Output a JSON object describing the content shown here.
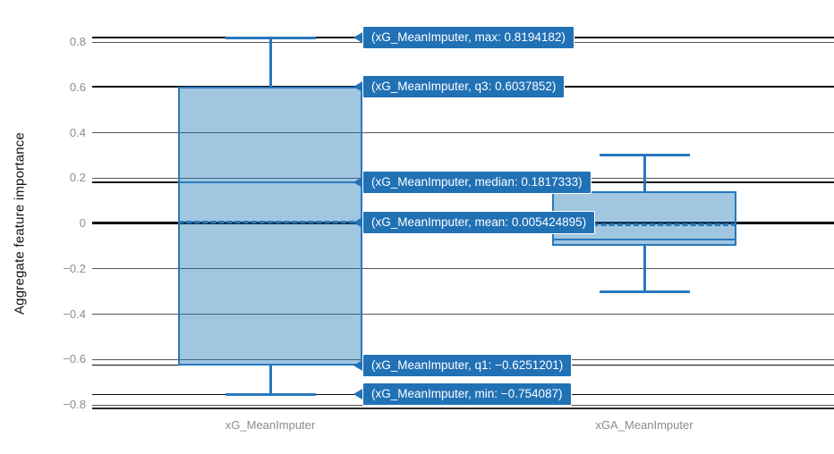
{
  "colors": {
    "box_line": "#2878bd",
    "box_fill": "rgba(31,119,180,0.42)",
    "tooltip_bg": "#2171b5",
    "tooltip_text": "#ffffff",
    "grid": "#555555",
    "zero_line": "#000000",
    "spike": "#0d0d0d",
    "tick_label": "#8c8c90",
    "axis_title": "#111111"
  },
  "yaxis": {
    "title": "Aggregate feature importance",
    "ticks": [
      {
        "label": "0.8",
        "value": 0.8
      },
      {
        "label": "0.6",
        "value": 0.6
      },
      {
        "label": "0.4",
        "value": 0.4
      },
      {
        "label": "0.2",
        "value": 0.2
      },
      {
        "label": "0",
        "value": 0
      },
      {
        "label": "−0.2",
        "value": -0.2
      },
      {
        "label": "−0.4",
        "value": -0.4
      },
      {
        "label": "−0.6",
        "value": -0.6
      },
      {
        "label": "−0.8",
        "value": -0.8
      }
    ]
  },
  "xaxis": {
    "categories": [
      "xG_MeanImputer",
      "xGA_MeanImputer"
    ]
  },
  "chart_data": {
    "type": "box",
    "title": "",
    "xlabel": "",
    "ylabel": "Aggregate feature importance",
    "ylim": [
      -0.81,
      0.93
    ],
    "grid": true,
    "legend": false,
    "categories": [
      "xG_MeanImputer",
      "xGA_MeanImputer"
    ],
    "series": [
      {
        "name": "xG_MeanImputer",
        "min": -0.754087,
        "q1": -0.6251201,
        "median": 0.1817333,
        "mean": 0.005424895,
        "q3": 0.6037852,
        "max": 0.8194182
      },
      {
        "name": "xGA_MeanImputer",
        "min": -0.3,
        "q1": -0.1,
        "median": -0.07,
        "mean": -0.005,
        "q3": 0.14,
        "max": 0.3
      }
    ]
  },
  "tooltips": [
    {
      "text": "(xG_MeanImputer, max: 0.8194182)",
      "value": 0.8194182
    },
    {
      "text": "(xG_MeanImputer, q3: 0.6037852)",
      "value": 0.6037852
    },
    {
      "text": "(xG_MeanImputer, median: 0.1817333)",
      "value": 0.1817333
    },
    {
      "text": "(xG_MeanImputer, mean: 0.005424895)",
      "value": 0.005424895
    },
    {
      "text": "(xG_MeanImputer, q1: −0.6251201)",
      "value": -0.6251201
    },
    {
      "text": "(xG_MeanImputer, min: −0.754087)",
      "value": -0.754087
    }
  ]
}
